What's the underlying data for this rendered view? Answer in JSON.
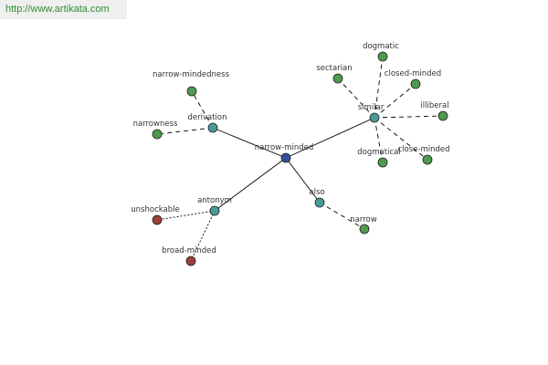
{
  "banner": {
    "url": "http://www.artikata.com"
  },
  "graph": {
    "colors": {
      "center": "#3a4f9a",
      "relation": "#4a9a9a",
      "positive": "#4f9a4f",
      "antonym": "#9a3f3a",
      "edge": "#000000"
    },
    "nodes": [
      {
        "id": "narrow-minded",
        "label": "narrow-minded",
        "kind": "center"
      },
      {
        "id": "derivation",
        "label": "derivation",
        "kind": "relation"
      },
      {
        "id": "similar",
        "label": "similar",
        "kind": "relation"
      },
      {
        "id": "antonym",
        "label": "antonym",
        "kind": "relation"
      },
      {
        "id": "also",
        "label": "also",
        "kind": "relation"
      },
      {
        "id": "narrow-mindedness",
        "label": "narrow-mindedness",
        "kind": "positive"
      },
      {
        "id": "narrowness",
        "label": "narrowness",
        "kind": "positive"
      },
      {
        "id": "dogmatic",
        "label": "dogmatic",
        "kind": "positive"
      },
      {
        "id": "sectarian",
        "label": "sectarian",
        "kind": "positive"
      },
      {
        "id": "closed-minded",
        "label": "closed-minded",
        "kind": "positive"
      },
      {
        "id": "illiberal",
        "label": "illiberal",
        "kind": "positive"
      },
      {
        "id": "close-minded",
        "label": "close-minded",
        "kind": "positive"
      },
      {
        "id": "dogmatical",
        "label": "dogmatical",
        "kind": "positive"
      },
      {
        "id": "narrow",
        "label": "narrow",
        "kind": "positive"
      },
      {
        "id": "unshockable",
        "label": "unshockable",
        "kind": "antonym"
      },
      {
        "id": "broad-minded",
        "label": "broad-minded",
        "kind": "antonym"
      }
    ],
    "edges": [
      {
        "from": "narrow-minded",
        "to": "derivation",
        "style": "solid"
      },
      {
        "from": "narrow-minded",
        "to": "similar",
        "style": "solid"
      },
      {
        "from": "narrow-minded",
        "to": "antonym",
        "style": "solid"
      },
      {
        "from": "narrow-minded",
        "to": "also",
        "style": "solid"
      },
      {
        "from": "derivation",
        "to": "narrow-mindedness",
        "style": "dashed"
      },
      {
        "from": "derivation",
        "to": "narrowness",
        "style": "dashed"
      },
      {
        "from": "similar",
        "to": "dogmatic",
        "style": "dashed"
      },
      {
        "from": "similar",
        "to": "sectarian",
        "style": "dashed"
      },
      {
        "from": "similar",
        "to": "closed-minded",
        "style": "dashed"
      },
      {
        "from": "similar",
        "to": "illiberal",
        "style": "dashed"
      },
      {
        "from": "similar",
        "to": "close-minded",
        "style": "dashed"
      },
      {
        "from": "similar",
        "to": "dogmatical",
        "style": "dashed"
      },
      {
        "from": "also",
        "to": "narrow",
        "style": "dashed"
      },
      {
        "from": "antonym",
        "to": "unshockable",
        "style": "dotted"
      },
      {
        "from": "antonym",
        "to": "broad-minded",
        "style": "dotted"
      }
    ]
  }
}
